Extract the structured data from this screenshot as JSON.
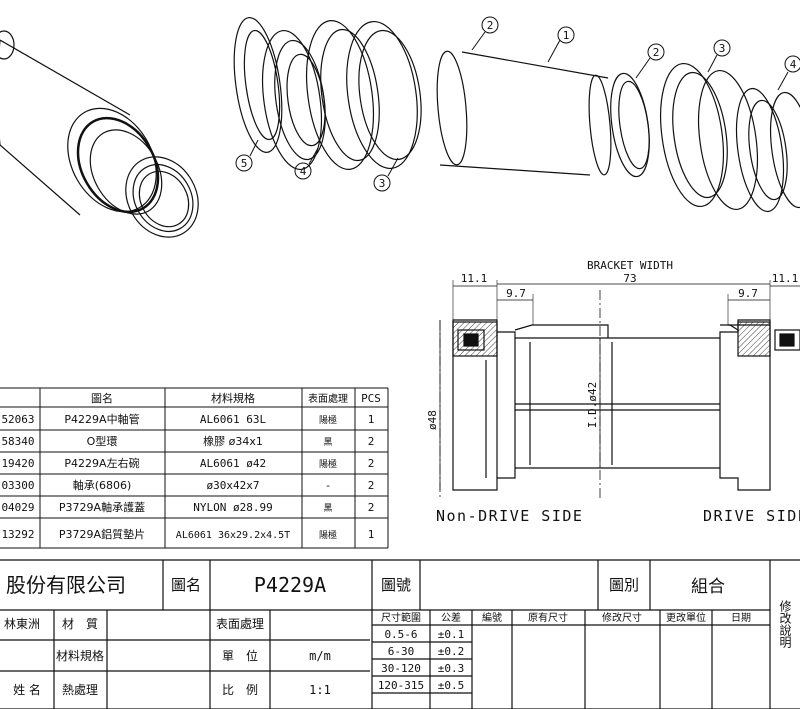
{
  "callouts": [
    "1",
    "2",
    "2",
    "3",
    "3",
    "4",
    "4",
    "5"
  ],
  "section": {
    "bracket_width_label": "BRACKET WIDTH",
    "bracket_width_value": "73",
    "dim_left_outer": "11.1",
    "dim_left_inner": "9.7",
    "dim_right_outer": "11.1",
    "dim_right_inner": "9.7",
    "dim_od": "ø48",
    "dim_id": "I.D.ø42",
    "non_drive_side": "Non-DRIVE SIDE",
    "drive_side": "DRIVE SIDE"
  },
  "bom": {
    "headers": [
      "圖名",
      "材料規格",
      "表面處理",
      "PCS"
    ],
    "rows": [
      {
        "code": "52063",
        "name": "P4229A中軸管",
        "material": "AL6061 63L",
        "finish": "陽極",
        "pcs": "1"
      },
      {
        "code": "58340",
        "name": "O型環",
        "material": "橡膠 ø34x1",
        "finish": "黑",
        "pcs": "2"
      },
      {
        "code": "19420",
        "name": "P4229A左右碗",
        "material": "AL6061 ø42",
        "finish": "陽極",
        "pcs": "2"
      },
      {
        "code": "03300",
        "name": "軸承(6806)",
        "material": "ø30x42x7",
        "finish": "-",
        "pcs": "2"
      },
      {
        "code": "04029",
        "name": "P3729A軸承護蓋",
        "material": "NYLON ø28.99",
        "finish": "黑",
        "pcs": "2"
      },
      {
        "code": "13292",
        "name": "P3729A鋁質墊片",
        "material": "AL6061 36x29.2x4.5T",
        "finish": "陽極",
        "pcs": "1"
      }
    ]
  },
  "title_block": {
    "company": "股份有限公司",
    "name_label": "圖名",
    "part_no": "P4229A",
    "drawing_no_label": "圖號",
    "category_label": "圖別",
    "category_value": "組合",
    "owner_fragment": "林東洲",
    "material_label": "材　質",
    "spec_label": "材料規格",
    "heat_label": "熱處理",
    "sign_label": "姓 名",
    "surface_label": "表面處理",
    "unit_label": "單　位",
    "unit_value": "m/m",
    "scale_label": "比　例",
    "scale_value": "1:1",
    "rev_headers": [
      "尺寸範圍",
      "公差",
      "編號",
      "原有尺寸",
      "修改尺寸",
      "更改單位",
      "日期"
    ],
    "tolerances": [
      {
        "range": "0.5-6",
        "tol": "±0.1"
      },
      {
        "range": "6-30",
        "tol": "±0.2"
      },
      {
        "range": "30-120",
        "tol": "±0.3"
      },
      {
        "range": "120-315",
        "tol": "±0.5"
      }
    ],
    "side_note": "修改說明"
  }
}
